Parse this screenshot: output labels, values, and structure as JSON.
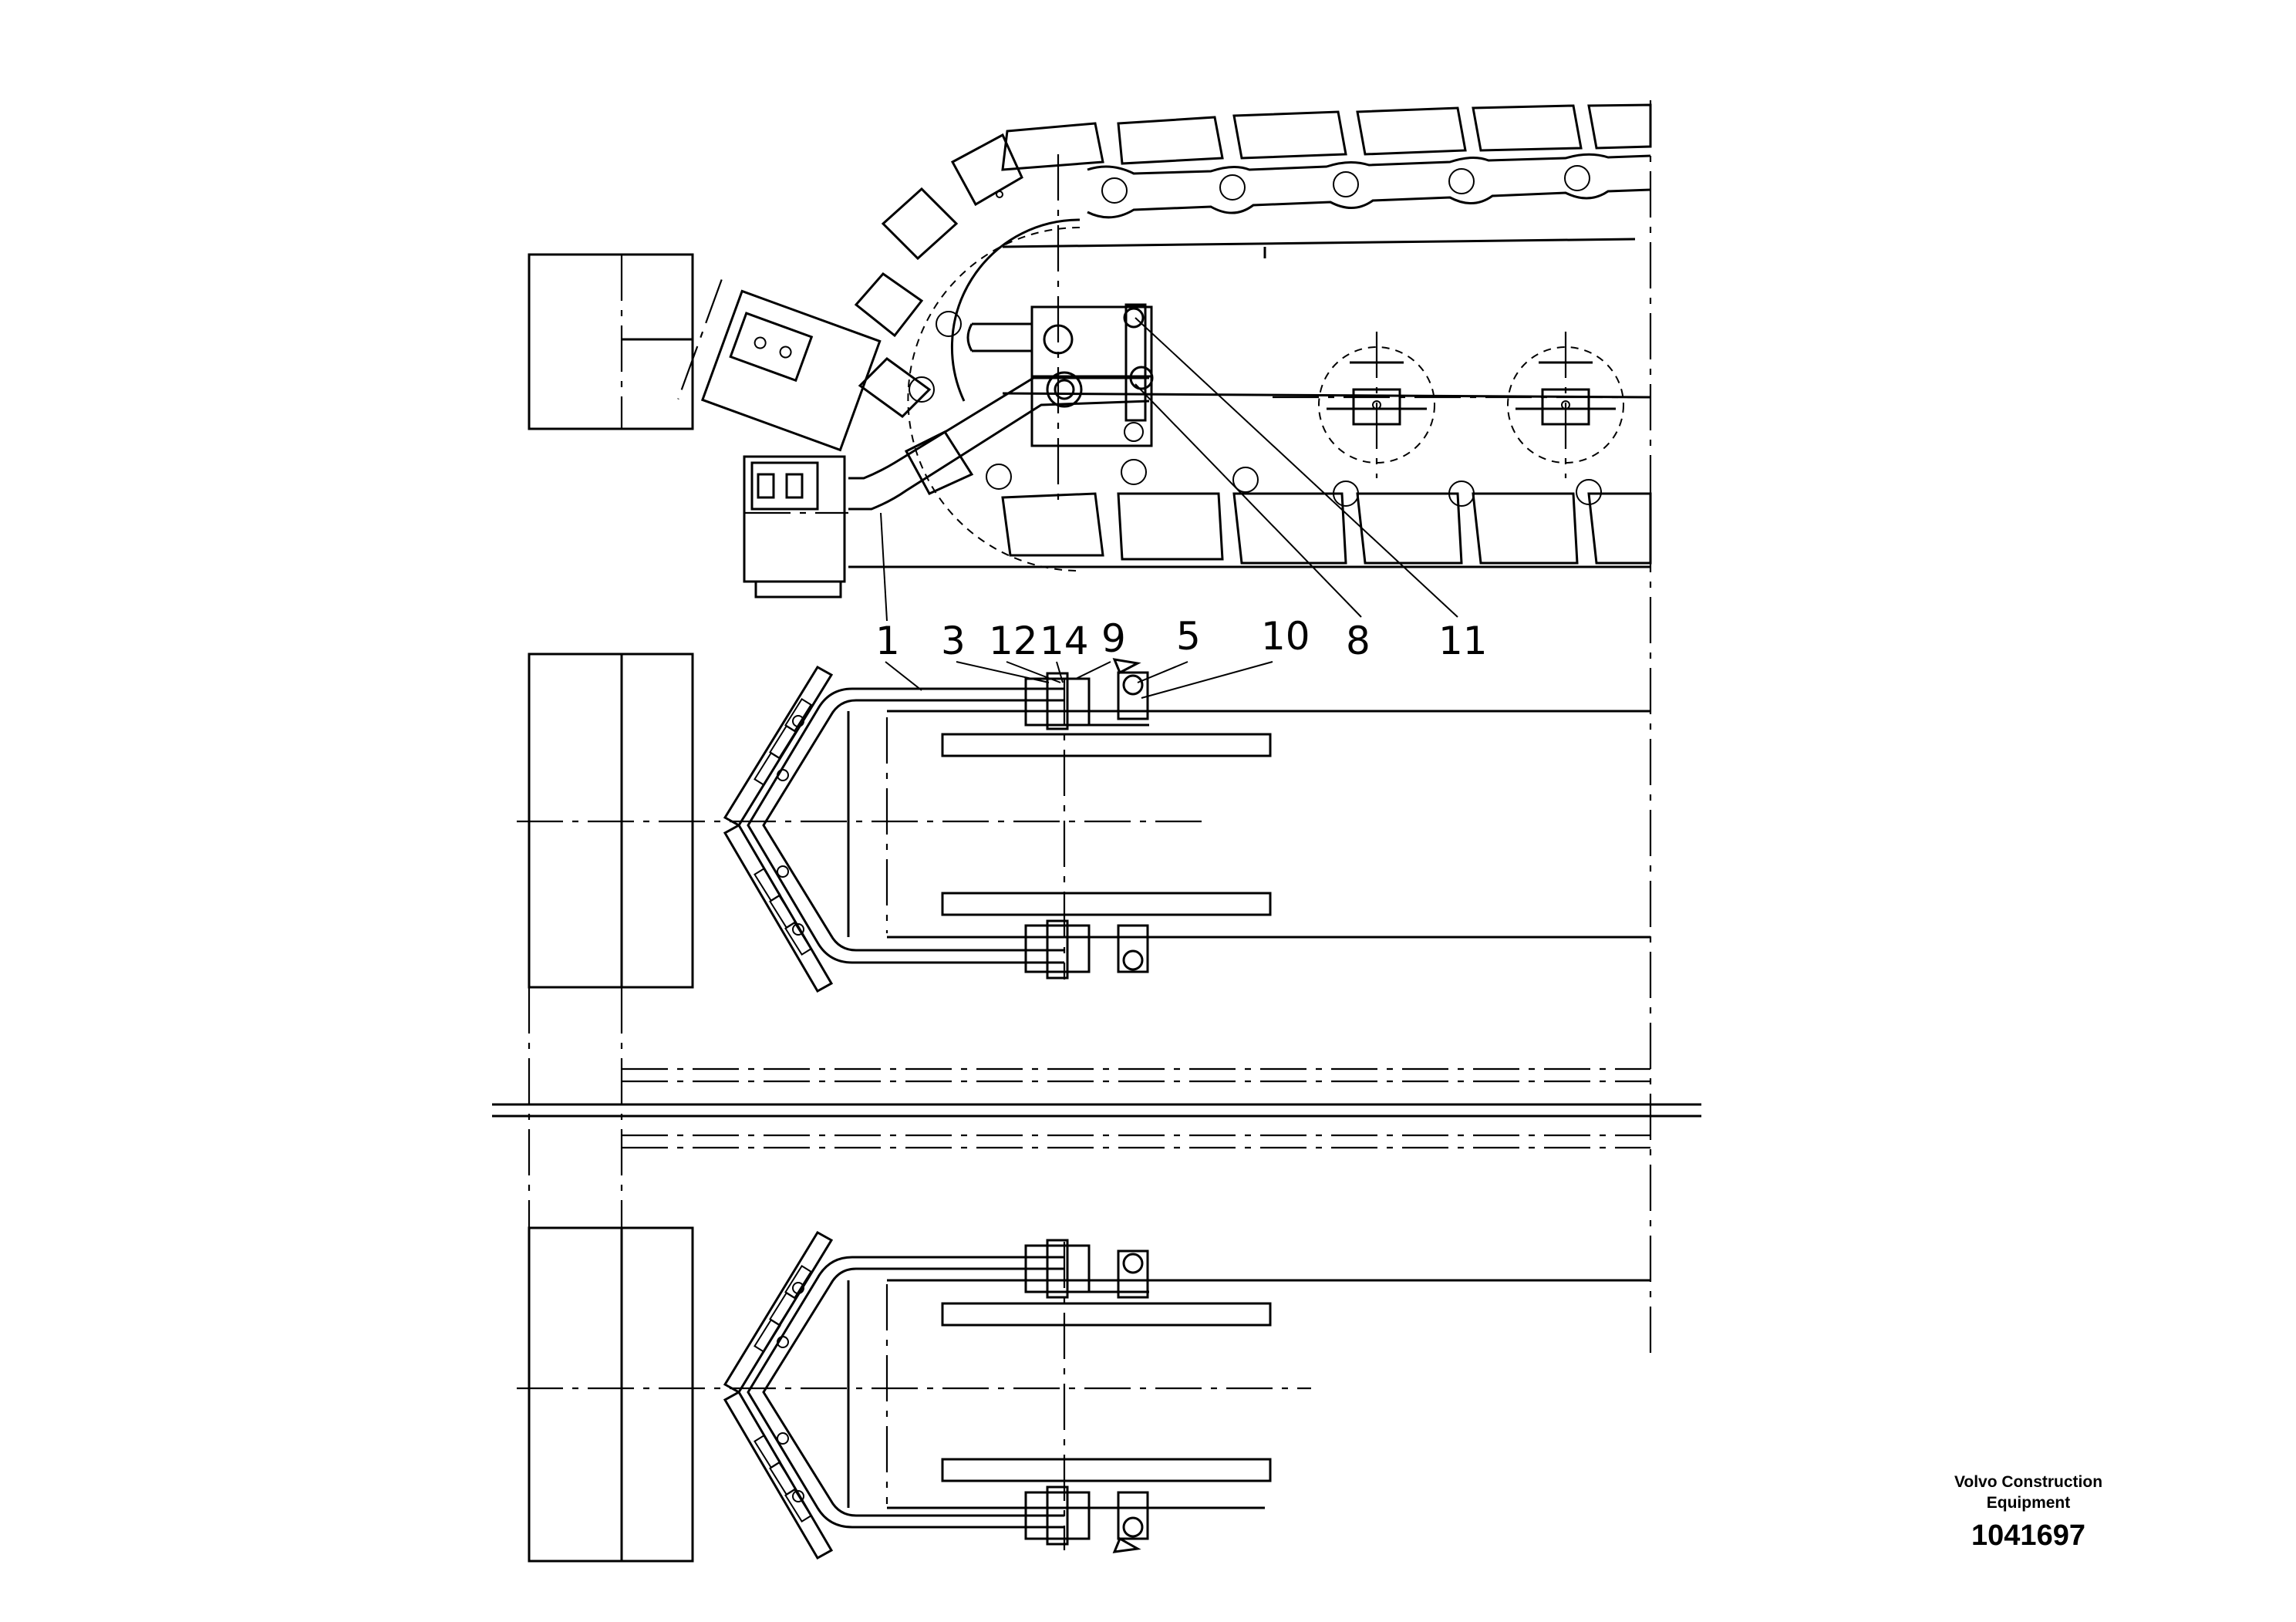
{
  "drawing": {
    "callouts": [
      "1",
      "3",
      "12",
      "14",
      "9",
      "5",
      "10",
      "8",
      "11"
    ]
  },
  "footer": {
    "brand_line1": "Volvo Construction",
    "brand_line2": "Equipment",
    "drawing_number": "1041697"
  }
}
